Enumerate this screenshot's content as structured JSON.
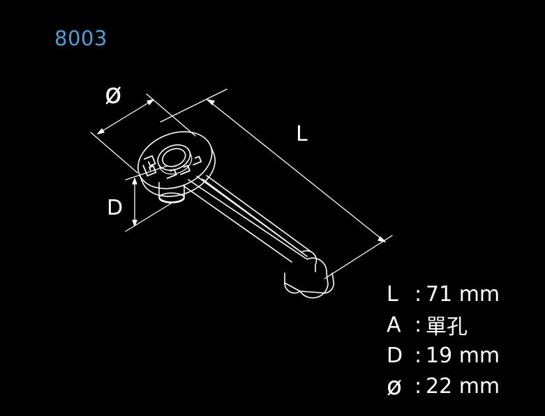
{
  "model_number": "8003",
  "dimension_labels": {
    "length": "L",
    "depth": "D",
    "diameter": "ø"
  },
  "specs": [
    {
      "key": "L",
      "sep": ":",
      "value": "71 mm"
    },
    {
      "key": "A",
      "sep": ":",
      "value": "單孔"
    },
    {
      "key": "D",
      "sep": ":",
      "value": "19 mm"
    },
    {
      "key": "ø",
      "sep": ":",
      "value": "22 mm"
    }
  ],
  "colors": {
    "background": "#000000",
    "model_number": "#4d9fd8",
    "line": "#ffffff"
  }
}
